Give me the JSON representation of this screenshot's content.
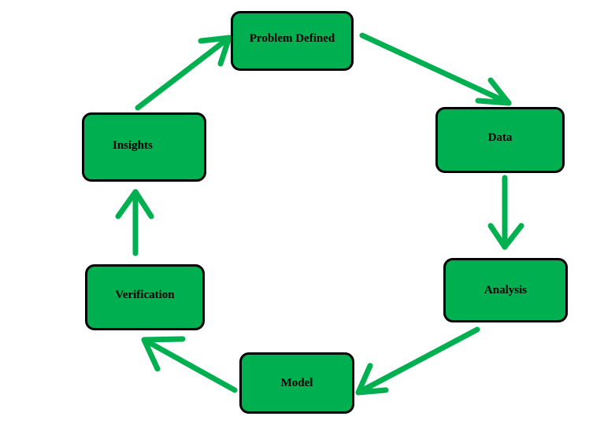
{
  "colors": {
    "node_fill": "#00b050",
    "node_border": "#000000",
    "arrow": "#00b050",
    "background": "#ffffff"
  },
  "nodes": {
    "problem_defined": "Problem Defined",
    "data": "Data",
    "analysis": "Analysis",
    "model": "Model",
    "verification": "Verification",
    "insights": "Insights"
  }
}
